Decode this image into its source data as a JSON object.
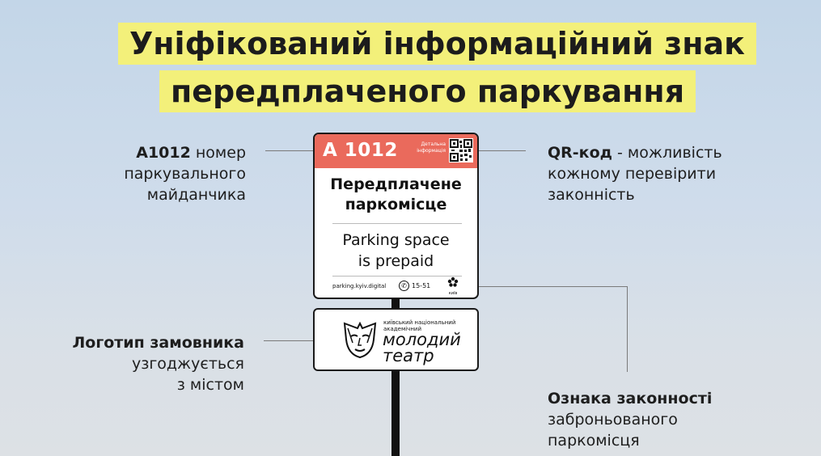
{
  "title": {
    "line1": "Уніфікований інформаційний знак",
    "line2": "передплаченого паркування"
  },
  "labels": {
    "number": {
      "bold": "А1012",
      "rest": " номер",
      "line2": "паркувального",
      "line3": "майданчика"
    },
    "qr": {
      "bold": "QR-код",
      "rest": " - можливість",
      "line2": "кожному перевірити",
      "line3": "законність"
    },
    "logo": {
      "bold": "Логотип замовника",
      "line2": "узгоджується",
      "line3": "з містом"
    },
    "legality": {
      "bold": "Ознака законності",
      "line2": "заброньованого",
      "line3": "паркомісця"
    }
  },
  "sign": {
    "code": "А 1012",
    "info_line1": "Детальна",
    "info_line2": "інформація",
    "ua_line1": "Передплачене",
    "ua_line2": "паркомісце",
    "en_line1": "Parking space",
    "en_line2": "is prepaid",
    "url": "parking.kyiv.digital",
    "phone": "15-51",
    "city_logo_text": "київ"
  },
  "logo_panel": {
    "small_line1": "київський національний",
    "small_line2": "академічний",
    "big_line1": "молодий",
    "big_line2": "театр"
  },
  "colors": {
    "title_highlight": "#f3f07a",
    "sign_header": "#ea6a5c",
    "pole": "#111111"
  }
}
